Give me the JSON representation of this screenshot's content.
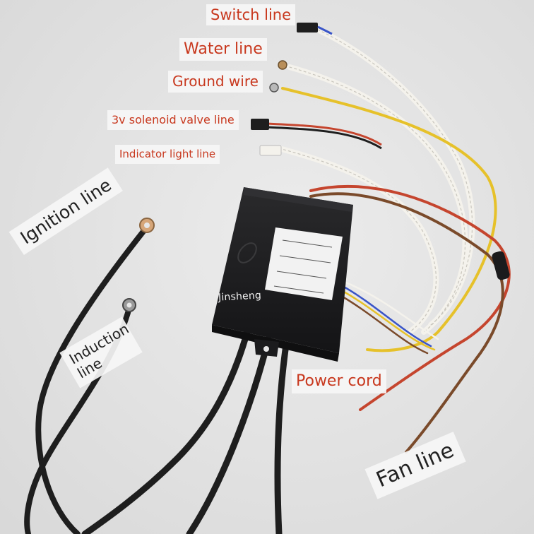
{
  "labels": {
    "switch_line": "Switch line",
    "water_line": "Water line",
    "ground_wire": "Ground wire",
    "solenoid_line": "3v solenoid valve line",
    "indicator_line": "Indicator light line",
    "ignition_line": "Ignition line",
    "induction_line": "Induction line",
    "power_cord": "Power cord",
    "fan_line": "Fan line"
  },
  "device": {
    "brand": "Jinsheng"
  },
  "colors": {
    "background": "#e7e7e7",
    "label_red": "#c8381e",
    "label_dark": "#222222",
    "box_black": "#1b1b1d",
    "wire_white": "#f4f2ec",
    "wire_yellow": "#e6c12a",
    "wire_red": "#c5452e",
    "wire_brown": "#7a4a2a",
    "wire_black": "#1e1e1e",
    "wire_blue": "#3a55c8"
  }
}
